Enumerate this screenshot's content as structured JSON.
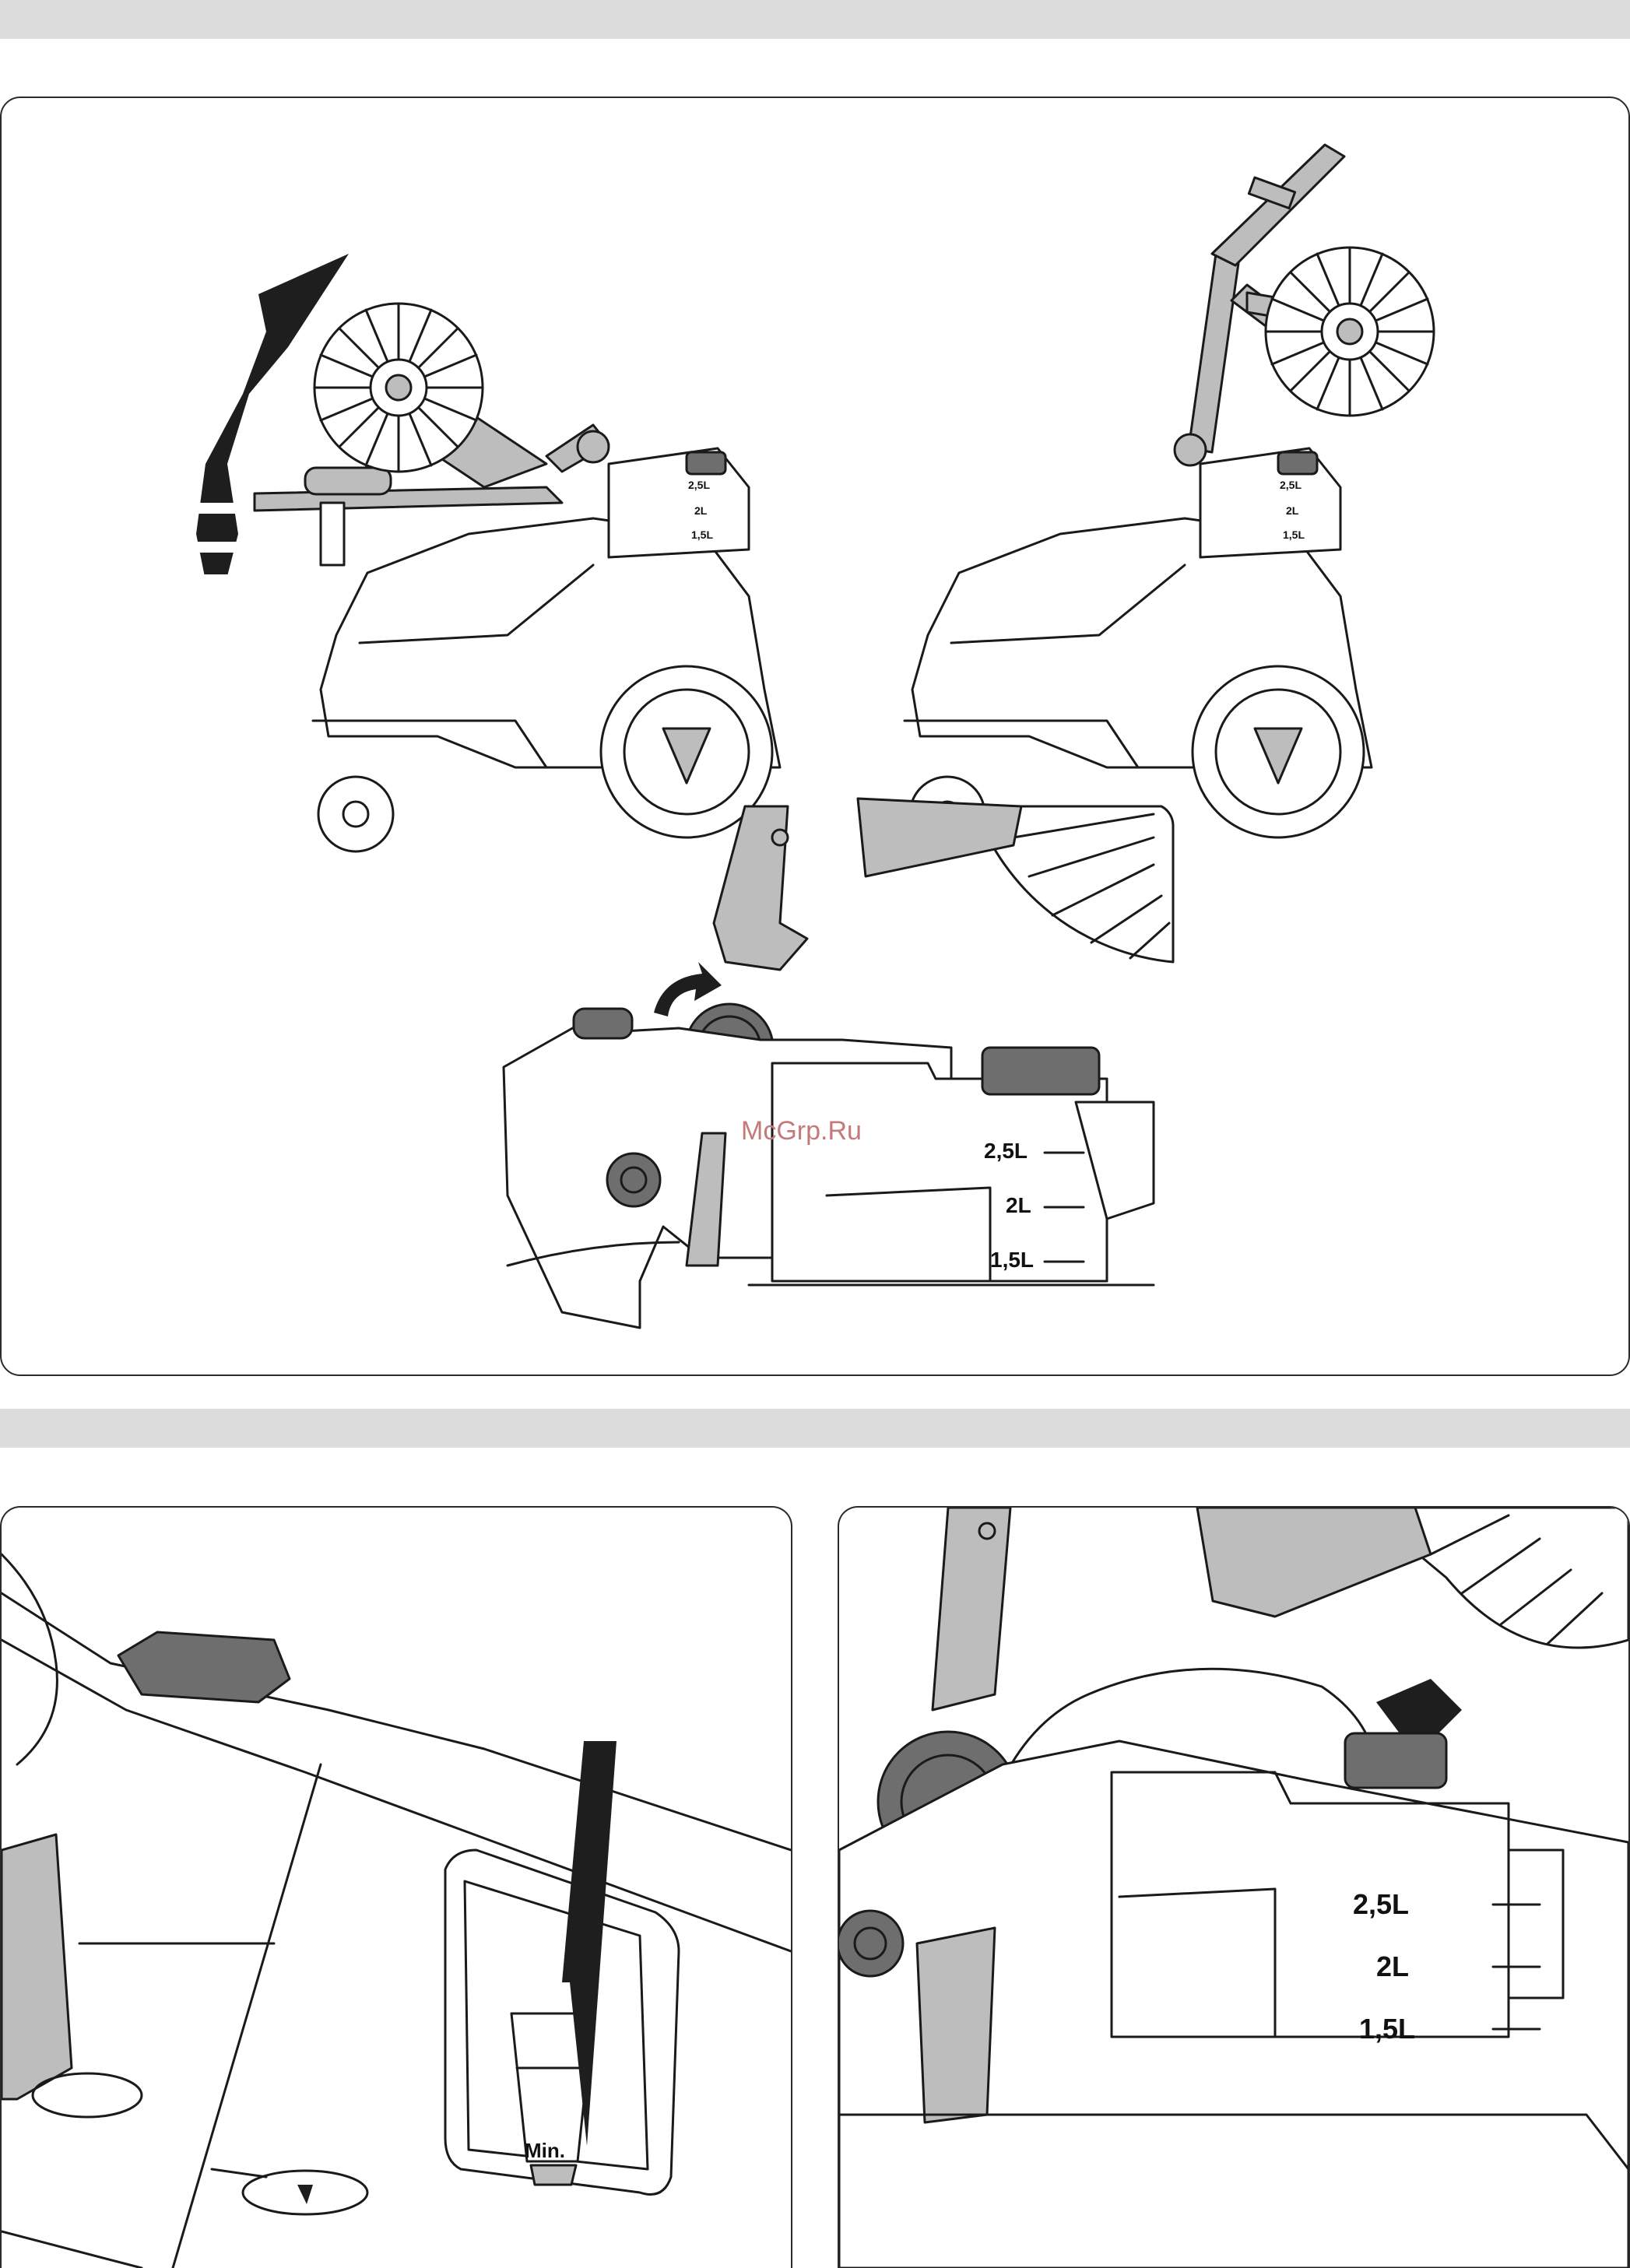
{
  "watermark": "McGrp.Ru",
  "tank_scale": {
    "mark_25": "2,5L",
    "mark_2": "2L",
    "mark_15": "1,5L"
  },
  "min_label": "Min.",
  "colors": {
    "band": "#dcdcdc",
    "line": "#1a1a1a",
    "fill_grey": "#bdbdbd",
    "arrow": "#1e1e1e"
  },
  "icons": [
    "curved-arrow-icon",
    "down-arrow-icon",
    "rotate-arrow-icon"
  ]
}
